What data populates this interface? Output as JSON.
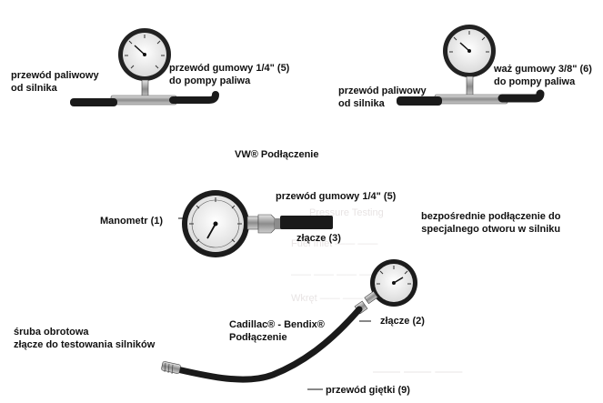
{
  "labels": {
    "tl_fuel_line": "przewód paliwowy\nod silnika",
    "tl_rubber_hose": "przewód gumowy 1/4\" (5)\ndo pompy paliwa",
    "tr_fuel_line": "przewód paliwowy\nod silnika",
    "tr_rubber_hose": "waż gumowy 3/8\" (6)\ndo pompy paliwa",
    "vw_connection": "VW®  Podłączenie",
    "center_rubber_hose": "przewód gumowy 1/4\"  (5)",
    "manometer": "Manometr  (1)",
    "connector_3": "złącze  (3)",
    "direct_connection": "bezpośrednie podłączenie do\nspecjalnego otworu w silniku",
    "cadillac_connection": "Cadillac® - Bendix®\nPodłączenie",
    "connector_2": "złącze  (2)",
    "swivel_screw": "śruba obrotowa\nzłącze do testowania silników",
    "flexible_hose": "przewód giętki   (9)"
  },
  "colors": {
    "ink": "#111111",
    "gauge_face": "#f4f4f4",
    "hose": "#1a1a1a",
    "metal": "#9a9a9a"
  }
}
